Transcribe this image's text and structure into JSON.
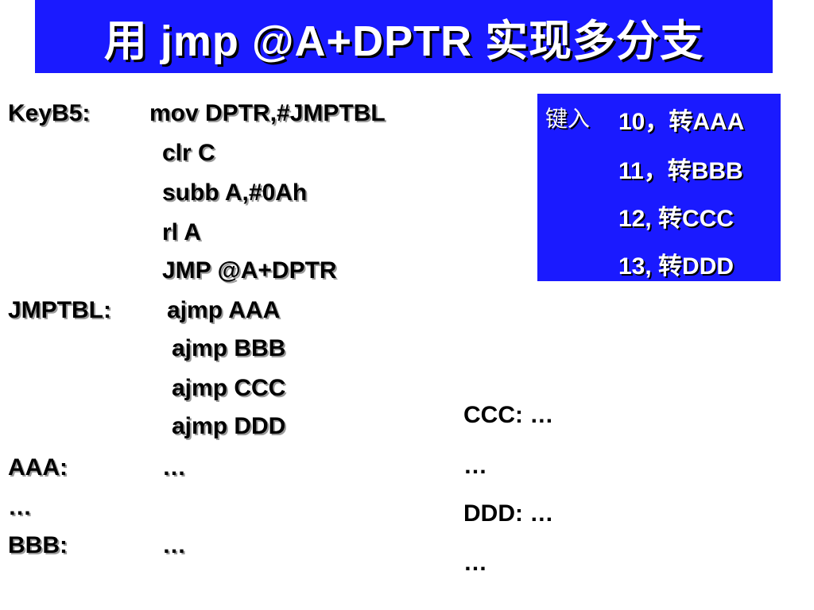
{
  "title": "用 jmp @A+DPTR 实现多分支",
  "code": [
    {
      "label": "KeyB5:",
      "instr": "mov DPTR,#JMPTBL"
    },
    {
      "label": "",
      "instr": "clr C"
    },
    {
      "label": "",
      "instr": "subb A,#0Ah"
    },
    {
      "label": "",
      "instr": "rl A"
    },
    {
      "label": "",
      "instr": "JMP @A+DPTR"
    },
    {
      "label": "JMPTBL:",
      "instr": "ajmp AAA"
    },
    {
      "label": "",
      "instr": "ajmp BBB"
    },
    {
      "label": "",
      "instr": "ajmp CCC"
    },
    {
      "label": "",
      "instr": "ajmp DDD"
    },
    {
      "label": "AAA:",
      "instr": "…"
    },
    {
      "label": "…",
      "instr": ""
    },
    {
      "label": "BBB:",
      "instr": "…"
    }
  ],
  "key_box": {
    "prefix": "键入",
    "rows": [
      "10，转AAA",
      "11，转BBB",
      "12,  转CCC",
      "13,  转DDD"
    ]
  },
  "right_code": [
    "CCC:  …",
    "…",
    "DDD:  …",
    "…"
  ],
  "colors": {
    "title_bg": "#1a1aff",
    "key_box_bg": "#1a1aff",
    "text": "#000000",
    "title_text": "#ffffff"
  }
}
